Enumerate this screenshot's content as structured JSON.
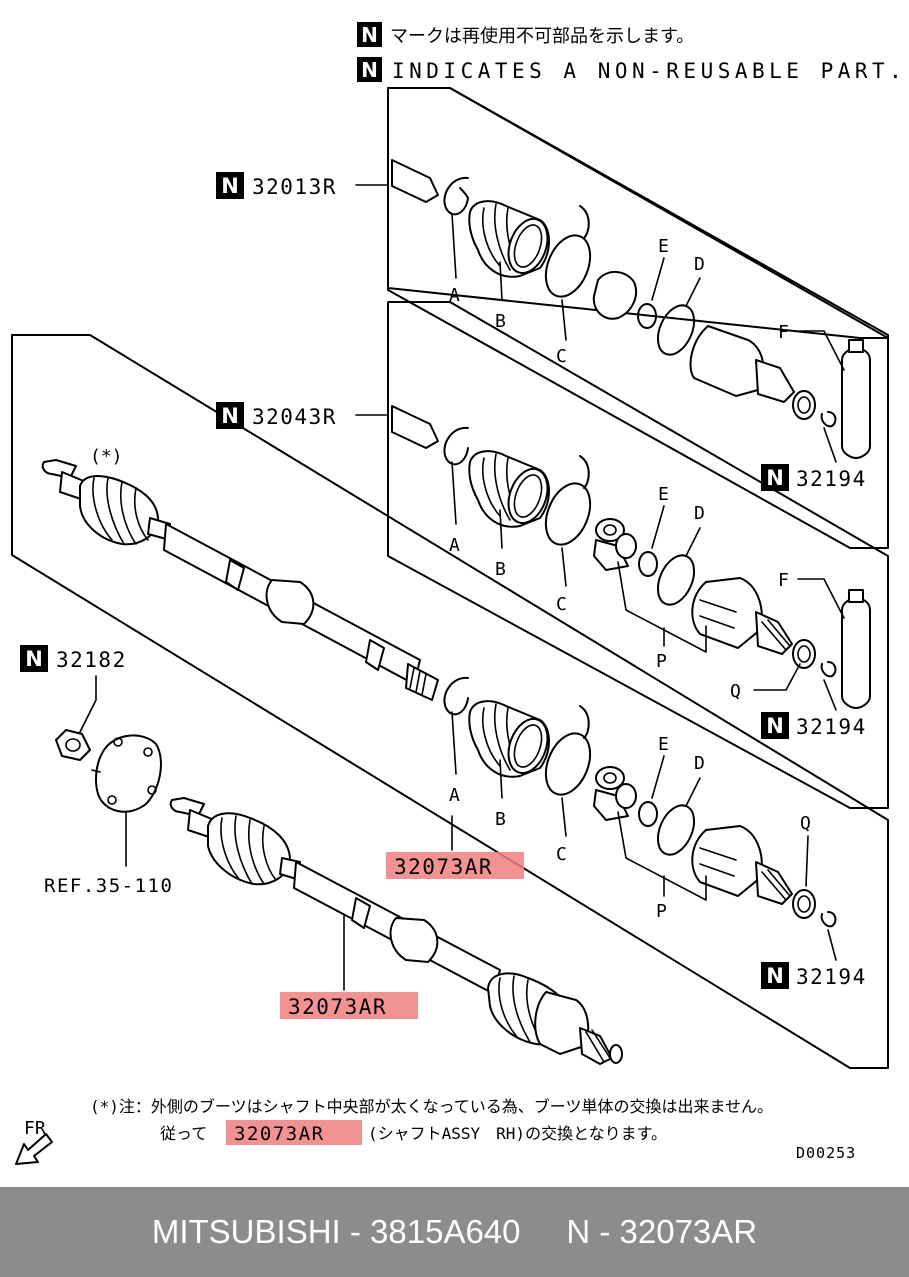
{
  "notes": {
    "jp_line": "マークは再使用不可部品を示します。",
    "en_line": "INDICATES A NON-REUSABLE PART.",
    "badge_letter": "N"
  },
  "assemblies": {
    "upper": "32013R",
    "middle": "32043R",
    "main": "32073AR"
  },
  "parts": {
    "non_reusable_1": "32194",
    "non_reusable_2": "32194",
    "non_reusable_3": "32194",
    "nut": "32182",
    "reference": "REF.35-110",
    "asterisk_mark": "(*)"
  },
  "callouts": {
    "A": "A",
    "B": "B",
    "C": "C",
    "D": "D",
    "E": "E",
    "F": "F",
    "P": "P",
    "Q": "Q"
  },
  "footnote": {
    "line1": "(*)注：外側のブーツはシャフト中央部が太くなっている為、ブーツ単体の交換は出来ません。",
    "line2_prefix": "従って",
    "line2_part": "32073AR",
    "line2_suffix": "(シャフトASSY　RH)の交換となります。"
  },
  "direction": "FR",
  "drawing_code": "D00253",
  "footer": {
    "text": "MITSUBISHI - 3815A640     N - 32073AR"
  },
  "colors": {
    "highlight": "#f07f7f",
    "footer_bg": "#8c8c8c",
    "footer_text": "#ffffff"
  }
}
